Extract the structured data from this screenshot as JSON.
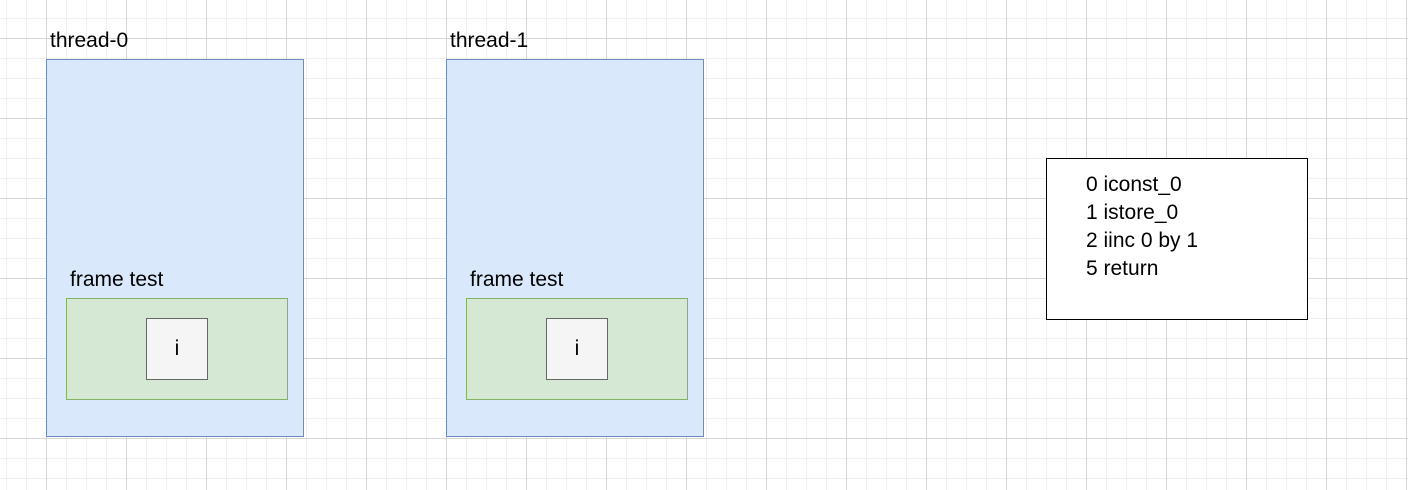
{
  "colors": {
    "thread_fill": "#dae8fc",
    "thread_stroke": "#6c8ebf",
    "frame_fill": "#d5e8d4",
    "frame_stroke": "#82b366",
    "variable_fill": "#f5f5f5",
    "variable_stroke": "#666666",
    "code_stroke": "#000000"
  },
  "threads": [
    {
      "label": "thread-0",
      "frame": {
        "label": "frame test",
        "variable": "i"
      }
    },
    {
      "label": "thread-1",
      "frame": {
        "label": "frame test",
        "variable": "i"
      }
    }
  ],
  "bytecode": {
    "lines": [
      "0 iconst_0",
      "1 istore_0",
      "2 iinc 0 by 1",
      "5 return"
    ]
  }
}
